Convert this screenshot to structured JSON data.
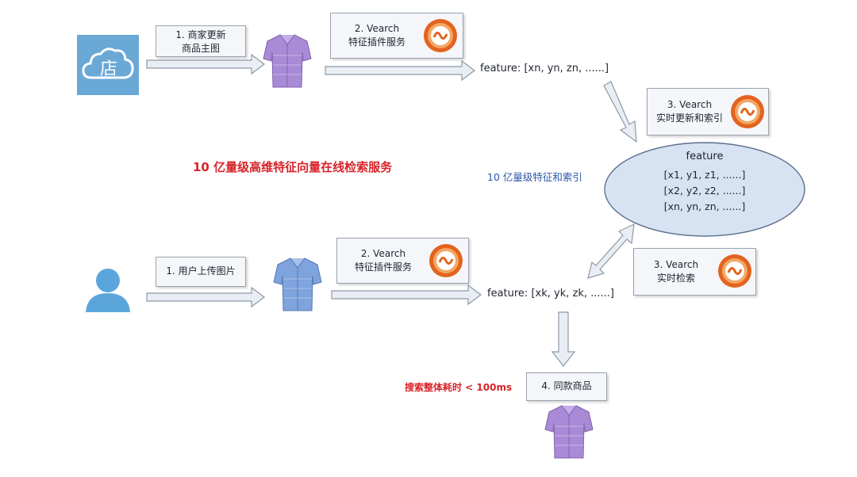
{
  "steps": {
    "merchant_update_line1": "1. 商家更新",
    "merchant_update_line2": "商品主图",
    "vearch_plugin_top_line1": "2. Vearch",
    "vearch_plugin_top_line2": "特征插件服务",
    "vearch_realtime_index_line1": "3. Vearch",
    "vearch_realtime_index_line2": "实时更新和索引",
    "user_upload": "1. 用户上传图片",
    "vearch_plugin_bottom_line1": "2. Vearch",
    "vearch_plugin_bottom_line2": "特征插件服务",
    "vearch_realtime_search_line1": "3. Vearch",
    "vearch_realtime_search_line2": "实时检索",
    "same_products": "4. 同款商品"
  },
  "features": {
    "top": "feature: [xn, yn, zn, ......]",
    "bottom": "feature: [xk, yk, zk, ......]"
  },
  "index_store": {
    "title": "feature",
    "rows": [
      "[x1, y1, z1, ......]",
      "[x2, y2, z2, ......]",
      "[xn, yn, zn, ......]"
    ]
  },
  "labels": {
    "headline": "10 亿量级高维特征向量在线检索服务",
    "index_scale": "10 亿量级特征和索引",
    "latency": "搜索整体耗时 < 100ms"
  },
  "icons": {
    "store": "store-cloud-icon",
    "user": "user-icon",
    "vearch_logo": "vearch-logo-icon",
    "shirt": "shirt-icon"
  },
  "colors": {
    "store_bg": "#6aa8d6",
    "user_blue": "#5aa6dc",
    "arrow_fill": "#e9eef5",
    "arrow_stroke": "#8e99a6",
    "headline_red": "#d8232a",
    "note_blue": "#2a59a8",
    "logo_orange": "#e3631e",
    "shirt_purple": "#a98ad6",
    "shirt_blue": "#7fa3dc"
  }
}
